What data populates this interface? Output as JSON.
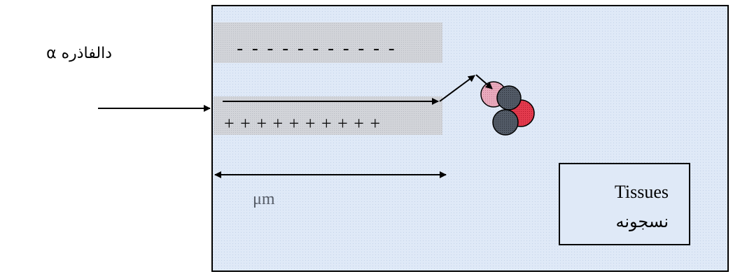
{
  "incoming_label": "α دالفاذره",
  "minus_row": "- - - - - - - - - - -",
  "plus_row": "+ + + + + + + + + +",
  "scale_label": "μm",
  "tissues_box": {
    "line1": "Tissues",
    "line2": "نسجونه"
  },
  "colors": {
    "panel_fill": "#dfe9f7",
    "plate_fill": "#cfd1d6",
    "red_particle": "#e0334a",
    "pink_particle": "#e6a3b8",
    "dark_particle": "#3d4450"
  }
}
